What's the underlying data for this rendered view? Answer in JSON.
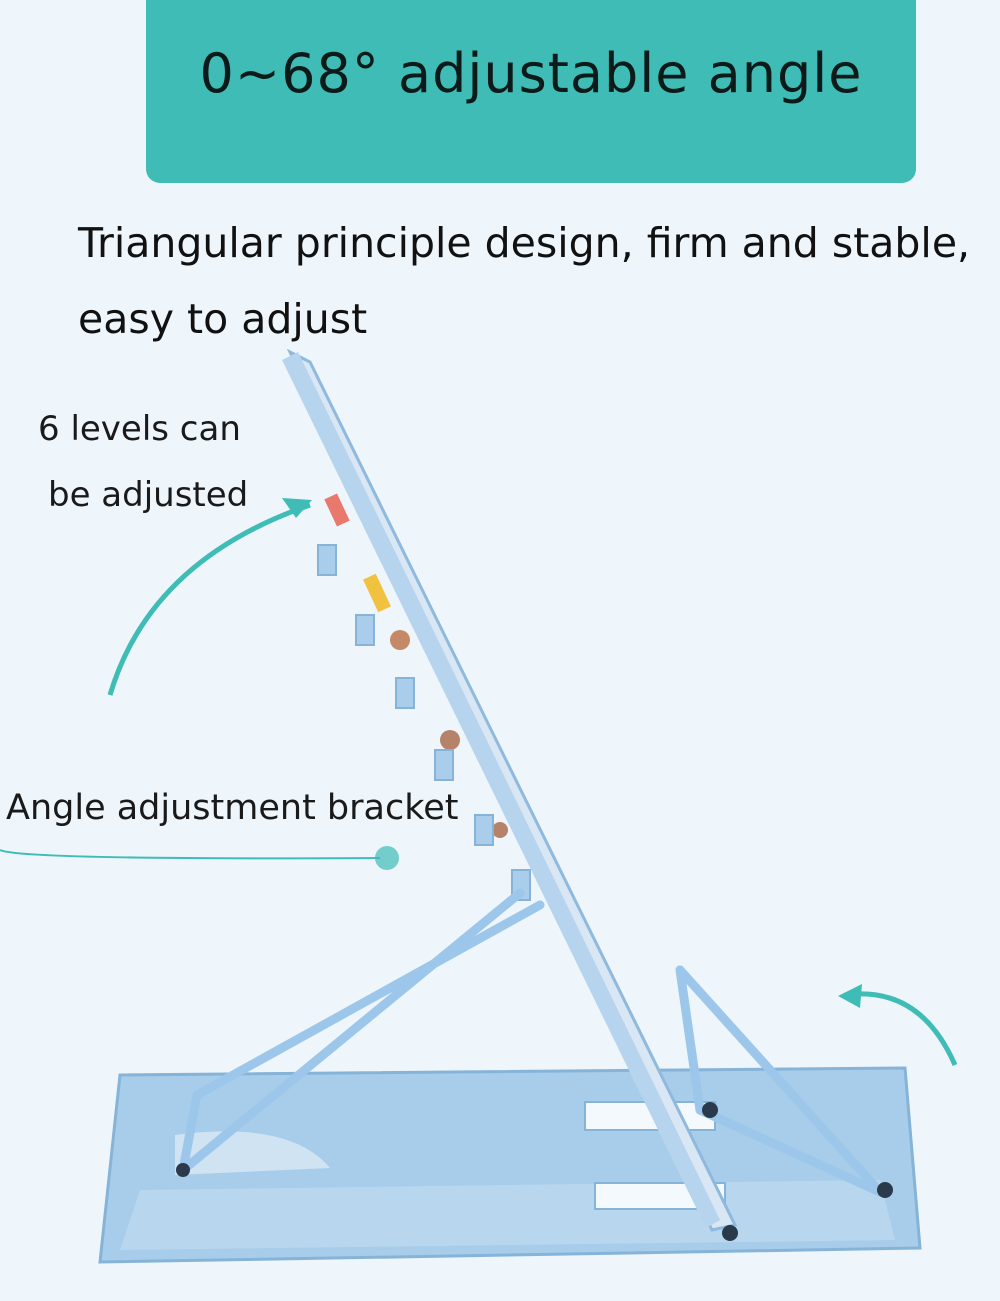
{
  "banner": {
    "title": "0~68° adjustable angle"
  },
  "subtitle": "Triangular principle design, firm and stable, easy to adjust",
  "callouts": {
    "levels_line1": "6 levels can",
    "levels_line2": "be adjusted",
    "bracket": "Angle adjustment bracket"
  },
  "colors": {
    "banner": "#3fbcb5",
    "accent": "#3fbcb5",
    "stand": "#9fc9ea",
    "background": "#eef6fc"
  },
  "icons": [
    "curved-arrow-icon",
    "pointer-line-icon",
    "curved-arrow-icon"
  ]
}
